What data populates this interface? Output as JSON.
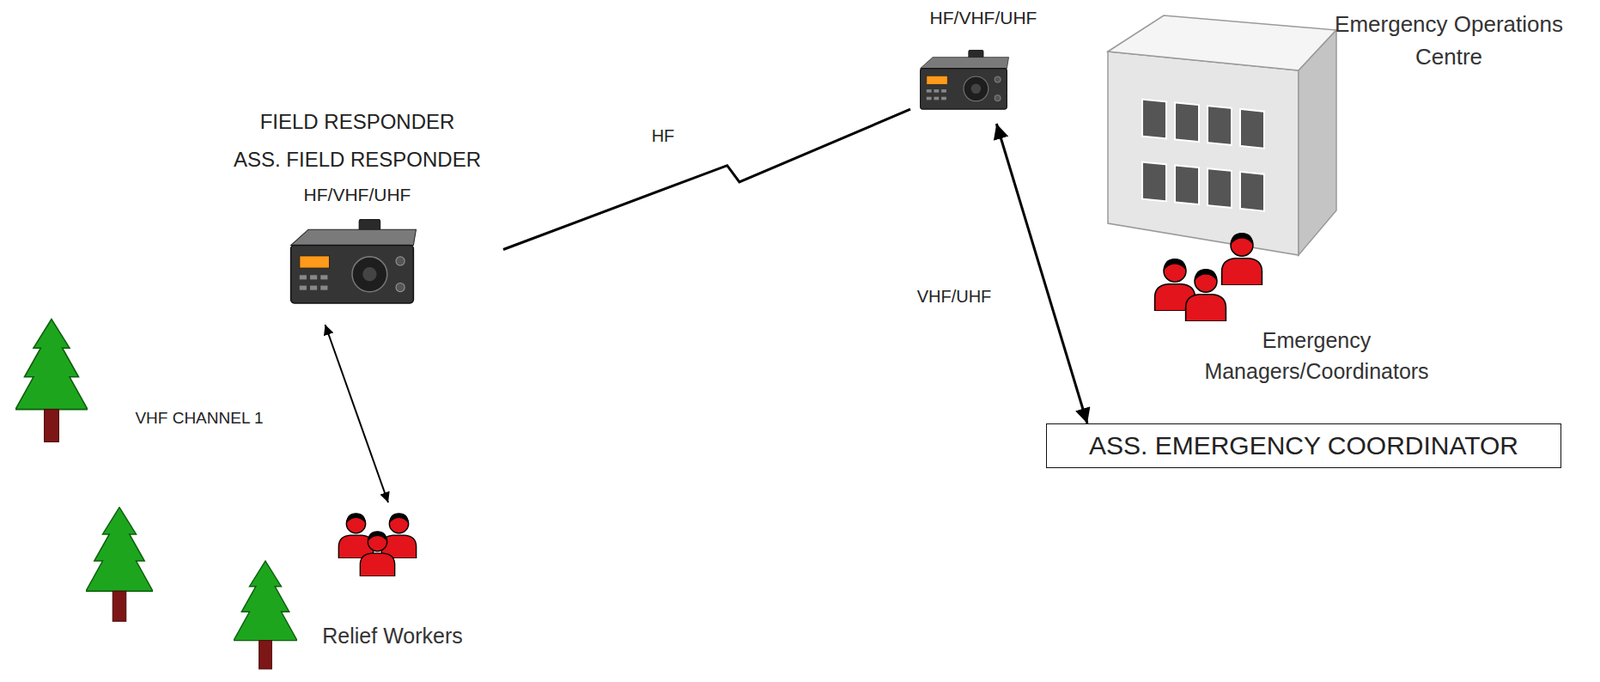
{
  "diagram": {
    "nodes": [
      {
        "text": [
          "FIELD RESPONDER",
          "ASS. FIELD RESPONDER",
          "HF/VHF/UHF"
        ]
      },
      {
        "text": [
          "Relief Workers"
        ]
      },
      {
        "text": [
          "HF/VHF/UHF"
        ]
      },
      {
        "text": [
          "Emergency Operations Centre",
          "Emergency Managers/Coordinators"
        ]
      },
      {
        "text": [
          "ASS. EMERGENCY COORDINATOR"
        ]
      }
    ],
    "edges": [
      {
        "from": 0,
        "to": 1,
        "arrow": "both",
        "label": "VHF CHANNEL 1"
      },
      {
        "from": 0,
        "to": 2,
        "arrow": "none",
        "label": "HF"
      },
      {
        "from": 2,
        "to": 4,
        "arrow": "both",
        "label": "VHF/UHF"
      }
    ]
  }
}
